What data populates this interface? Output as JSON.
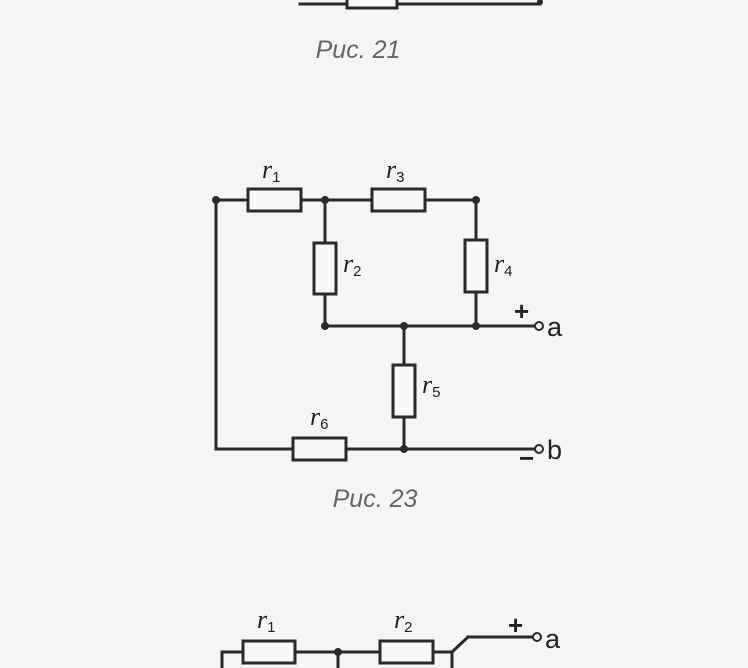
{
  "fig21": {
    "caption": "Рис. 21"
  },
  "fig23": {
    "caption": "Рис. 23",
    "resistors": [
      {
        "letter": "r",
        "index": "1"
      },
      {
        "letter": "r",
        "index": "3"
      },
      {
        "letter": "r",
        "index": "2"
      },
      {
        "letter": "r",
        "index": "4"
      },
      {
        "letter": "r",
        "index": "5"
      },
      {
        "letter": "r",
        "index": "6"
      }
    ],
    "terminal_a": {
      "label": "a",
      "sign": "+"
    },
    "terminal_b": {
      "label": "b",
      "sign": "−"
    }
  },
  "fig_bottom": {
    "resistors": [
      {
        "letter": "r",
        "index": "1"
      },
      {
        "letter": "r",
        "index": "2"
      }
    ],
    "terminal_a": {
      "label": "a",
      "sign": "+"
    }
  }
}
